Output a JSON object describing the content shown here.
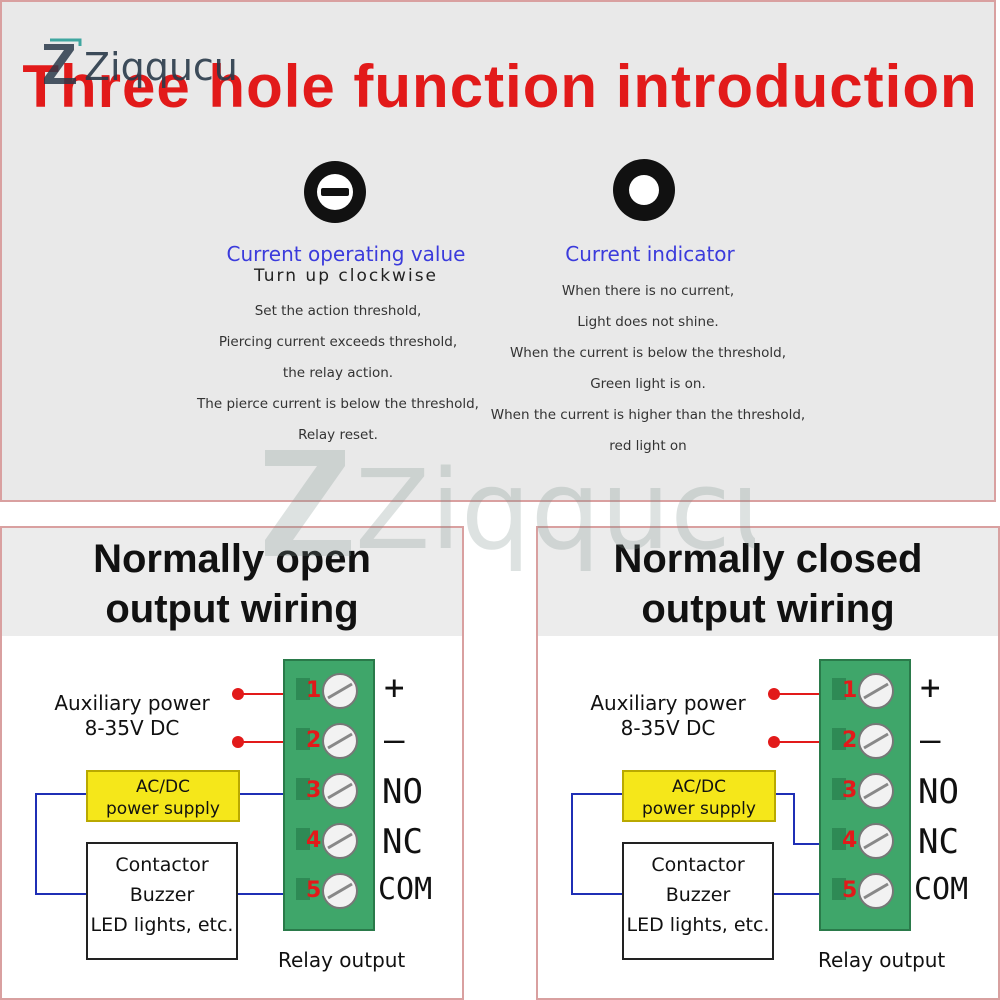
{
  "header": {
    "title": "Three hole function introduction",
    "brand": "Ziqqucu"
  },
  "left_column": {
    "title": "Current operating value",
    "subtitle": "Turn up clockwise",
    "lines": [
      "Set the action threshold,",
      "Piercing current exceeds threshold,",
      "the relay action.",
      "The pierce current is below the threshold,",
      "Relay reset."
    ]
  },
  "right_column": {
    "title": "Current indicator",
    "lines": [
      "When there is no current,",
      "Light does not shine.",
      "When the current is below the threshold,",
      "Green light is on.",
      "When the current is higher than the threshold,",
      "red light on"
    ]
  },
  "panels": [
    {
      "title_line1": "Normally open",
      "title_line2": "output wiring",
      "aux_power_line1": "Auxiliary power",
      "aux_power_line2": "8-35V DC",
      "supply_line1": "AC/DC",
      "supply_line2": "power supply",
      "load_line1": "Contactor",
      "load_line2": "Buzzer",
      "load_line3": "LED lights, etc.",
      "relay_output": "Relay output",
      "supply_terminal": "3"
    },
    {
      "title_line1": "Normally closed",
      "title_line2": "output wiring",
      "aux_power_line1": "Auxiliary power",
      "aux_power_line2": "8-35V DC",
      "supply_line1": "AC/DC",
      "supply_line2": "power supply",
      "load_line1": "Contactor",
      "load_line2": "Buzzer",
      "load_line3": "LED lights, etc.",
      "relay_output": "Relay output",
      "supply_terminal": "4"
    }
  ],
  "terminals": [
    {
      "num": "1",
      "symbol": "+"
    },
    {
      "num": "2",
      "symbol": "—"
    },
    {
      "num": "3",
      "symbol": "NO"
    },
    {
      "num": "4",
      "symbol": "NC"
    },
    {
      "num": "5",
      "symbol": "COM"
    }
  ],
  "colors": {
    "title_red": "#e21a1a",
    "heading_blue": "#3b3bdc",
    "terminal_green": "#3fa66a",
    "wire_blue": "#1f2fb5",
    "wire_red": "#e21a1a",
    "supply_yellow": "#f5e71a"
  }
}
